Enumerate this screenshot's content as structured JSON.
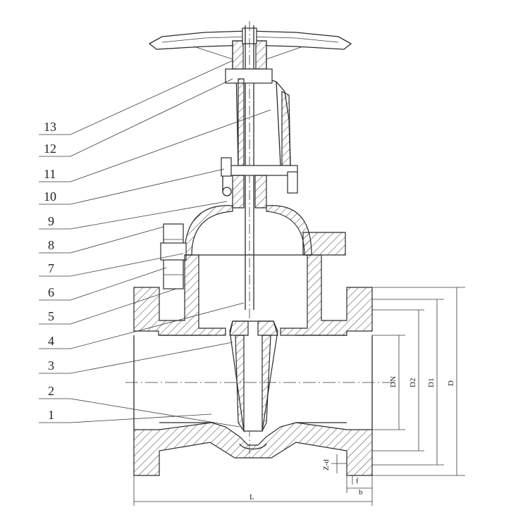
{
  "callouts": [
    {
      "label": "13"
    },
    {
      "label": "12"
    },
    {
      "label": "11"
    },
    {
      "label": "10"
    },
    {
      "label": "9"
    },
    {
      "label": "8"
    },
    {
      "label": "7"
    },
    {
      "label": "6"
    },
    {
      "label": "5"
    },
    {
      "label": "4"
    },
    {
      "label": "3"
    },
    {
      "label": "2"
    },
    {
      "label": "1"
    }
  ],
  "dimensions": {
    "dn": "DN",
    "d2": "D2",
    "d1": "D1",
    "d": "D",
    "l": "L",
    "zd": "Z-d",
    "f": "f",
    "b": "b"
  },
  "colors": {
    "line": "#2b2b2b",
    "background": "#ffffff"
  }
}
